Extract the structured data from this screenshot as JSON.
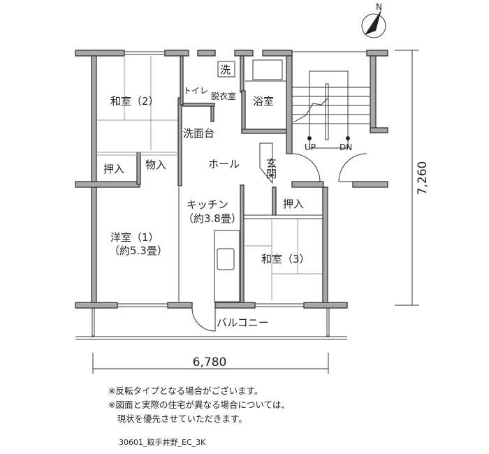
{
  "rooms": {
    "washitsu2": "和室（2）",
    "toilet": "トイレ",
    "washer": "洗",
    "dressing": "脱衣室",
    "bath": "浴室",
    "washbasin": "洗面台",
    "hall": "ホール",
    "entrance": "玄関",
    "closet_left": "押入",
    "storage": "物入",
    "kitchen": "キッチン",
    "kitchen_size": "（約3.8畳）",
    "youshitsu1": "洋室（1）",
    "youshitsu1_size": "（約5.3畳）",
    "closet_right": "押入",
    "washitsu3": "和室（3）",
    "balcony": "バルコニー",
    "stairs_up": "UP",
    "stairs_down": "DN",
    "north": "N"
  },
  "dimensions": {
    "height": "7,260",
    "width": "6,780"
  },
  "notes": [
    "※反転タイプとなる場合がございます。",
    "※図面と実際の住宅が異なる場合については、",
    "　現状を優先させていただきます。"
  ],
  "caption": "30601_取手井野_EC_3K"
}
